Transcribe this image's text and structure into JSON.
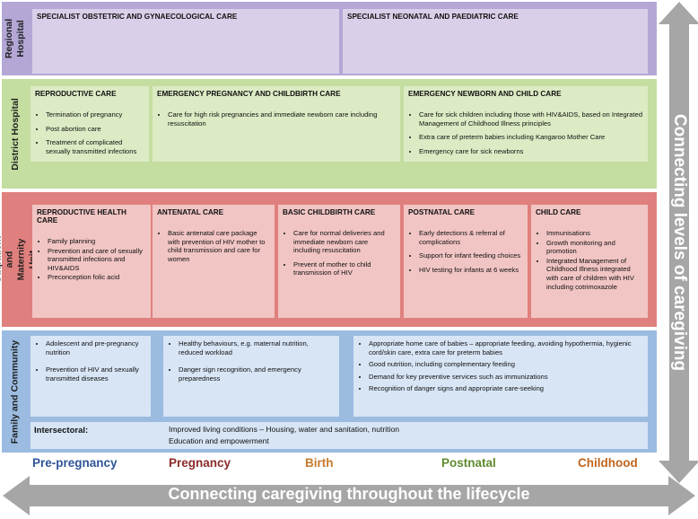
{
  "levels": {
    "regional": "Regional Hospital",
    "district": "District Hospital",
    "outpatient": "Outpatient and Maternity Unit",
    "family": "Family and Community"
  },
  "regional": {
    "obstetric": "SPECIALIST OBSTETRIC AND GYNAECOLOGICAL CARE",
    "neonatal": "SPECIALIST NEONATAL AND PAEDIATRIC CARE"
  },
  "district": {
    "reproductive": {
      "title": "REPRODUCTIVE CARE",
      "items": [
        "Termination of pregnancy",
        "Post abortion care",
        "Treatment of complicated sexually transmitted infections"
      ]
    },
    "emergency_pregnancy": {
      "title": "EMERGENCY PREGNANCY AND CHILDBIRTH CARE",
      "items": [
        "Care for high risk pregnancies and immediate newborn care including resuscitation"
      ]
    },
    "emergency_newborn": {
      "title": "EMERGENCY NEWBORN AND CHILD CARE",
      "items": [
        "Care for sick children including those with HIV&AIDS, based on Integrated Management of Childhood Illness principles",
        "Extra care of preterm babies including Kangaroo Mother Care",
        "Emergency care for sick newborns"
      ]
    }
  },
  "outpatient": {
    "reproductive_health": {
      "title": "REPRODUCTIVE HEALTH CARE",
      "items": [
        "Family planning",
        "Prevention and care of sexually transmitted infections and HIV&AIDS",
        "Preconception folic acid"
      ]
    },
    "antenatal": {
      "title": "ANTENATAL CARE",
      "items": [
        "Basic antenatal care package with prevention of HIV mother to child transmission and care for women"
      ]
    },
    "childbirth": {
      "title": "BASIC CHILDBIRTH CARE",
      "items": [
        "Care for normal deliveries and immediate newborn care including resuscitation",
        "Prevent of mother to child transmission of HIV"
      ]
    },
    "postnatal": {
      "title": "POSTNATAL CARE",
      "items": [
        "Early detections & referral of complications",
        "Support for infant feeding choices",
        "HIV testing for infants at 6 weeks"
      ]
    },
    "child": {
      "title": "CHILD CARE",
      "items": [
        "Immunisations",
        "Growth monitoring and promotion",
        "Integrated Management of Childhood Illness integrated with care of children with HIV including cotrimoxazole"
      ]
    }
  },
  "family": {
    "col1": [
      "Adolescent and pre-pregnancy nutrition",
      "Prevention of HIV and sexually transmitted diseases"
    ],
    "col2": [
      "Healthy behaviours, e.g. maternal nutrition, reduced workload",
      "Danger sign recognition, and emergency preparedness"
    ],
    "col3": [
      "Appropriate home care of babies – appropriate feeding, avoiding hypothermia, hygienic cord/skin care, extra care for preterm babies",
      "Good nutrition, including complementary feeding",
      "Demand for key preventive services such as immunizations",
      "Recognition of danger signs and appropriate care-seeking"
    ],
    "intersectoral_label": "Intersectoral:",
    "intersectoral_line1": "Improved living conditions – Housing, water and sanitation, nutrition",
    "intersectoral_line2": "Education and empowerment"
  },
  "stages": [
    "Pre-pregnancy",
    "Pregnancy",
    "Birth",
    "Postnatal",
    "Childhood"
  ],
  "arrows": {
    "vertical": "Connecting levels of caregiving",
    "horizontal": "Connecting caregiving throughout the lifecycle"
  },
  "colors": {
    "regional_band": "#b4a7d6",
    "district_band": "#c3dea0",
    "outpatient_band": "#e0807e",
    "family_band": "#9bbbe0",
    "arrow": "#a6a6a6",
    "pre_pregnancy": "#2e5597",
    "pregnancy": "#8b2b2b",
    "birth": "#c57a2d",
    "postnatal": "#5e8a2e",
    "childhood": "#c0651e"
  }
}
